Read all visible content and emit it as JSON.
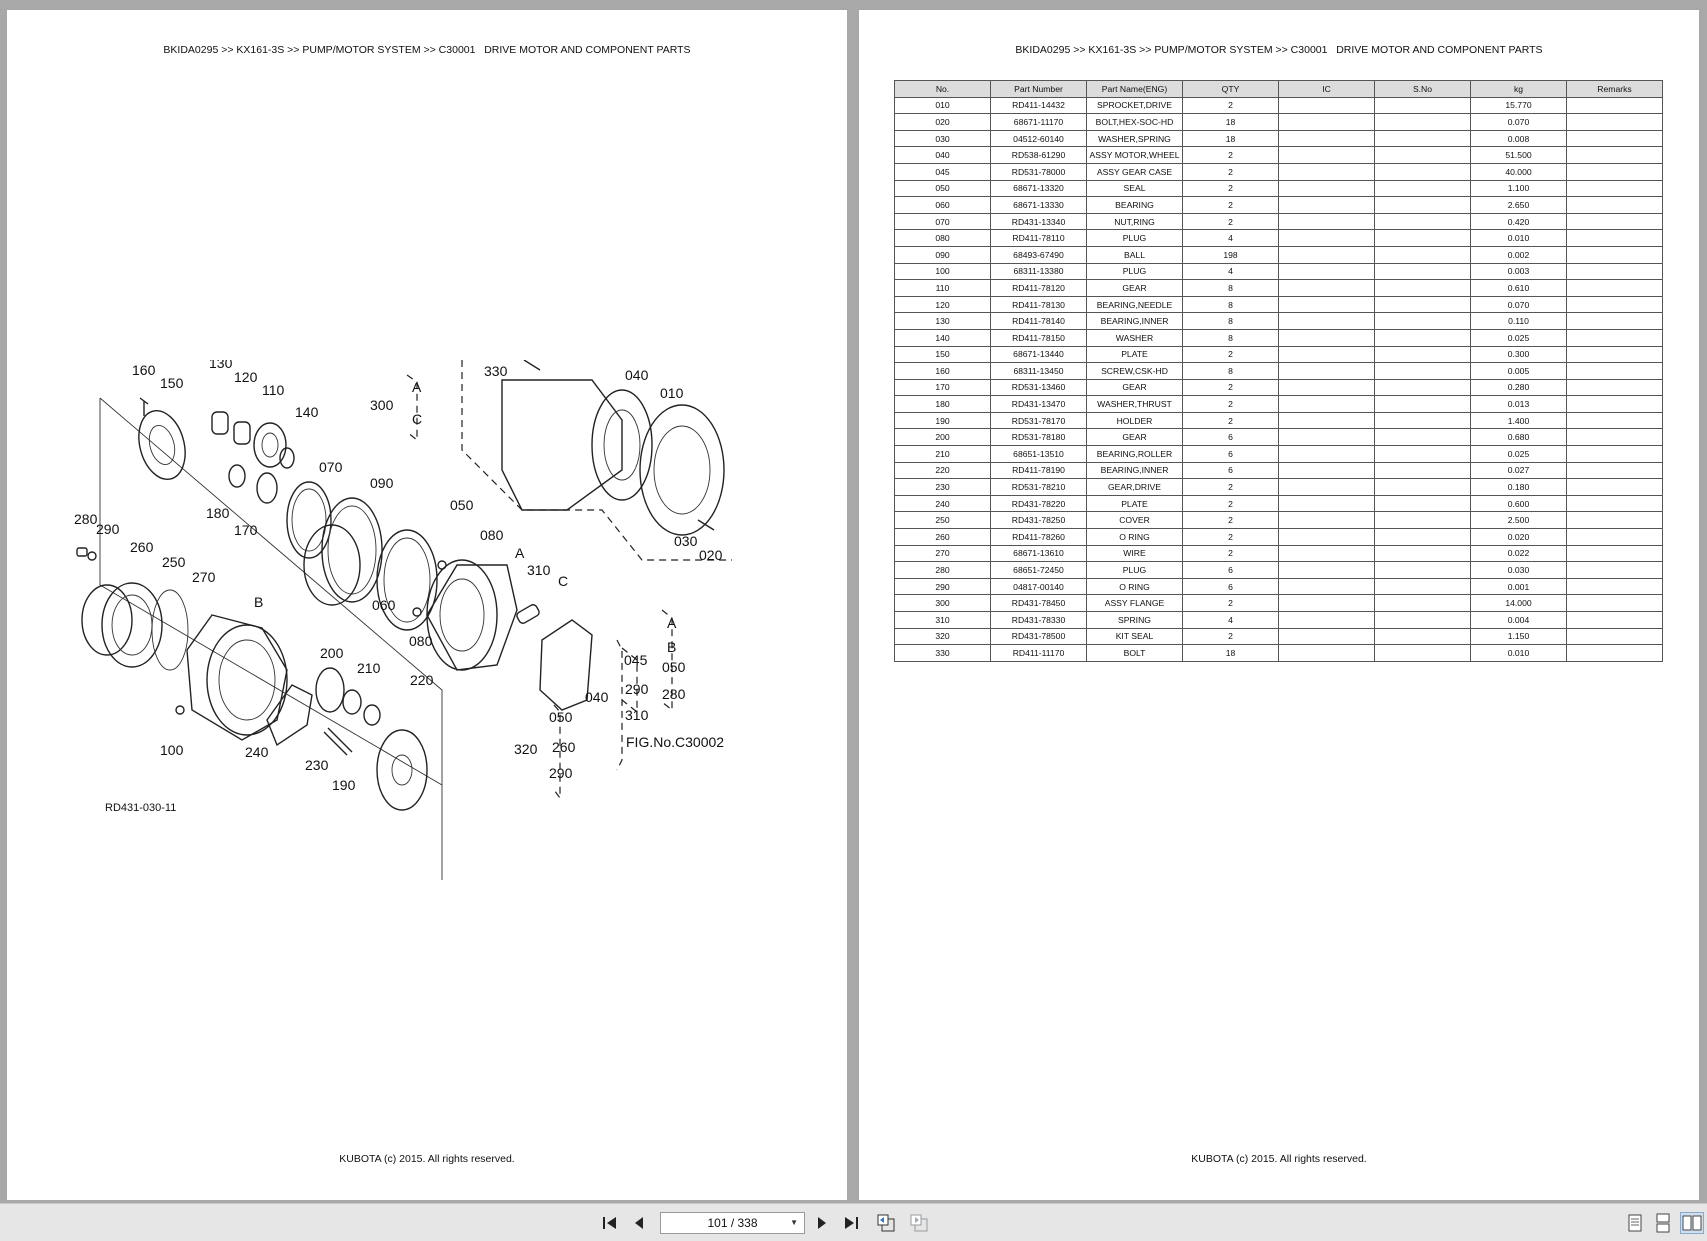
{
  "document": {
    "header": "BKIDA0295 >> KX161-3S >> PUMP/MOTOR SYSTEM >> C30001   DRIVE MOTOR AND COMPONENT PARTS",
    "footer": "KUBOTA (c) 2015. All rights reserved."
  },
  "diagram": {
    "drawing_code": "RD431-030-11",
    "fig_ref": "FIG.No.C30002",
    "callouts": [
      "160",
      "150",
      "130",
      "120",
      "110",
      "140",
      "180",
      "170",
      "070",
      "090",
      "050",
      "080",
      "060",
      "280",
      "290",
      "260",
      "250",
      "270",
      "B",
      "100",
      "240",
      "200",
      "210",
      "220",
      "230",
      "190",
      "330",
      "040",
      "010",
      "030",
      "020",
      "300",
      "A",
      "C",
      "A",
      "310",
      "C",
      "080",
      "040",
      "045",
      "290",
      "310",
      "A",
      "B",
      "050",
      "280",
      "320",
      "050",
      "260",
      "290"
    ]
  },
  "table": {
    "columns": [
      "No.",
      "Part Number",
      "Part Name(ENG)",
      "QTY",
      "IC",
      "S.No",
      "kg",
      "Remarks"
    ],
    "rows": [
      [
        "010",
        "RD411-14432",
        "SPROCKET,DRIVE",
        "2",
        "",
        "",
        "15.770",
        ""
      ],
      [
        "020",
        "68671-11170",
        "BOLT,HEX-SOC-HD",
        "18",
        "",
        "",
        "0.070",
        ""
      ],
      [
        "030",
        "04512-60140",
        "WASHER,SPRING",
        "18",
        "",
        "",
        "0.008",
        ""
      ],
      [
        "040",
        "RD538-61290",
        "ASSY MOTOR,WHEEL",
        "2",
        "",
        "",
        "51.500",
        ""
      ],
      [
        "045",
        "RD531-78000",
        "ASSY GEAR CASE",
        "2",
        "",
        "",
        "40.000",
        ""
      ],
      [
        "050",
        "68671-13320",
        "SEAL",
        "2",
        "",
        "",
        "1.100",
        ""
      ],
      [
        "060",
        "68671-13330",
        "BEARING",
        "2",
        "",
        "",
        "2.650",
        ""
      ],
      [
        "070",
        "RD431-13340",
        "NUT,RING",
        "2",
        "",
        "",
        "0.420",
        ""
      ],
      [
        "080",
        "RD411-78110",
        "PLUG",
        "4",
        "",
        "",
        "0.010",
        ""
      ],
      [
        "090",
        "68493-67490",
        "BALL",
        "198",
        "",
        "",
        "0.002",
        ""
      ],
      [
        "100",
        "68311-13380",
        "PLUG",
        "4",
        "",
        "",
        "0.003",
        ""
      ],
      [
        "110",
        "RD411-78120",
        "GEAR",
        "8",
        "",
        "",
        "0.610",
        ""
      ],
      [
        "120",
        "RD411-78130",
        "BEARING,NEEDLE",
        "8",
        "",
        "",
        "0.070",
        ""
      ],
      [
        "130",
        "RD411-78140",
        "BEARING,INNER",
        "8",
        "",
        "",
        "0.110",
        ""
      ],
      [
        "140",
        "RD411-78150",
        "WASHER",
        "8",
        "",
        "",
        "0.025",
        ""
      ],
      [
        "150",
        "68671-13440",
        "PLATE",
        "2",
        "",
        "",
        "0.300",
        ""
      ],
      [
        "160",
        "68311-13450",
        "SCREW,CSK-HD",
        "8",
        "",
        "",
        "0.005",
        ""
      ],
      [
        "170",
        "RD531-13460",
        "GEAR",
        "2",
        "",
        "",
        "0.280",
        ""
      ],
      [
        "180",
        "RD431-13470",
        "WASHER,THRUST",
        "2",
        "",
        "",
        "0.013",
        ""
      ],
      [
        "190",
        "RD531-78170",
        "HOLDER",
        "2",
        "",
        "",
        "1.400",
        ""
      ],
      [
        "200",
        "RD531-78180",
        "GEAR",
        "6",
        "",
        "",
        "0.680",
        ""
      ],
      [
        "210",
        "68651-13510",
        "BEARING,ROLLER",
        "6",
        "",
        "",
        "0.025",
        ""
      ],
      [
        "220",
        "RD411-78190",
        "BEARING,INNER",
        "6",
        "",
        "",
        "0.027",
        ""
      ],
      [
        "230",
        "RD531-78210",
        "GEAR,DRIVE",
        "2",
        "",
        "",
        "0.180",
        ""
      ],
      [
        "240",
        "RD431-78220",
        "PLATE",
        "2",
        "",
        "",
        "0.600",
        ""
      ],
      [
        "250",
        "RD431-78250",
        "COVER",
        "2",
        "",
        "",
        "2.500",
        ""
      ],
      [
        "260",
        "RD411-78260",
        "O RING",
        "2",
        "",
        "",
        "0.020",
        ""
      ],
      [
        "270",
        "68671-13610",
        "WIRE",
        "2",
        "",
        "",
        "0.022",
        ""
      ],
      [
        "280",
        "68651-72450",
        "PLUG",
        "6",
        "",
        "",
        "0.030",
        ""
      ],
      [
        "290",
        "04817-00140",
        "O RING",
        "6",
        "",
        "",
        "0.001",
        ""
      ],
      [
        "300",
        "RD431-78450",
        "ASSY FLANGE",
        "2",
        "",
        "",
        "14.000",
        ""
      ],
      [
        "310",
        "RD431-78330",
        "SPRING",
        "4",
        "",
        "",
        "0.004",
        ""
      ],
      [
        "320",
        "RD431-78500",
        "KIT SEAL",
        "2",
        "",
        "",
        "1.150",
        ""
      ],
      [
        "330",
        "RD411-11170",
        "BOLT",
        "18",
        "",
        "",
        "0.010",
        ""
      ]
    ]
  },
  "toolbar": {
    "page_indicator": "101 / 338",
    "icons": [
      "first-page-icon",
      "previous-page-icon",
      "next-page-icon",
      "last-page-icon",
      "go-back-view-icon",
      "go-forward-view-icon",
      "single-page-view-icon",
      "continuous-view-icon",
      "facing-pages-view-icon"
    ]
  }
}
